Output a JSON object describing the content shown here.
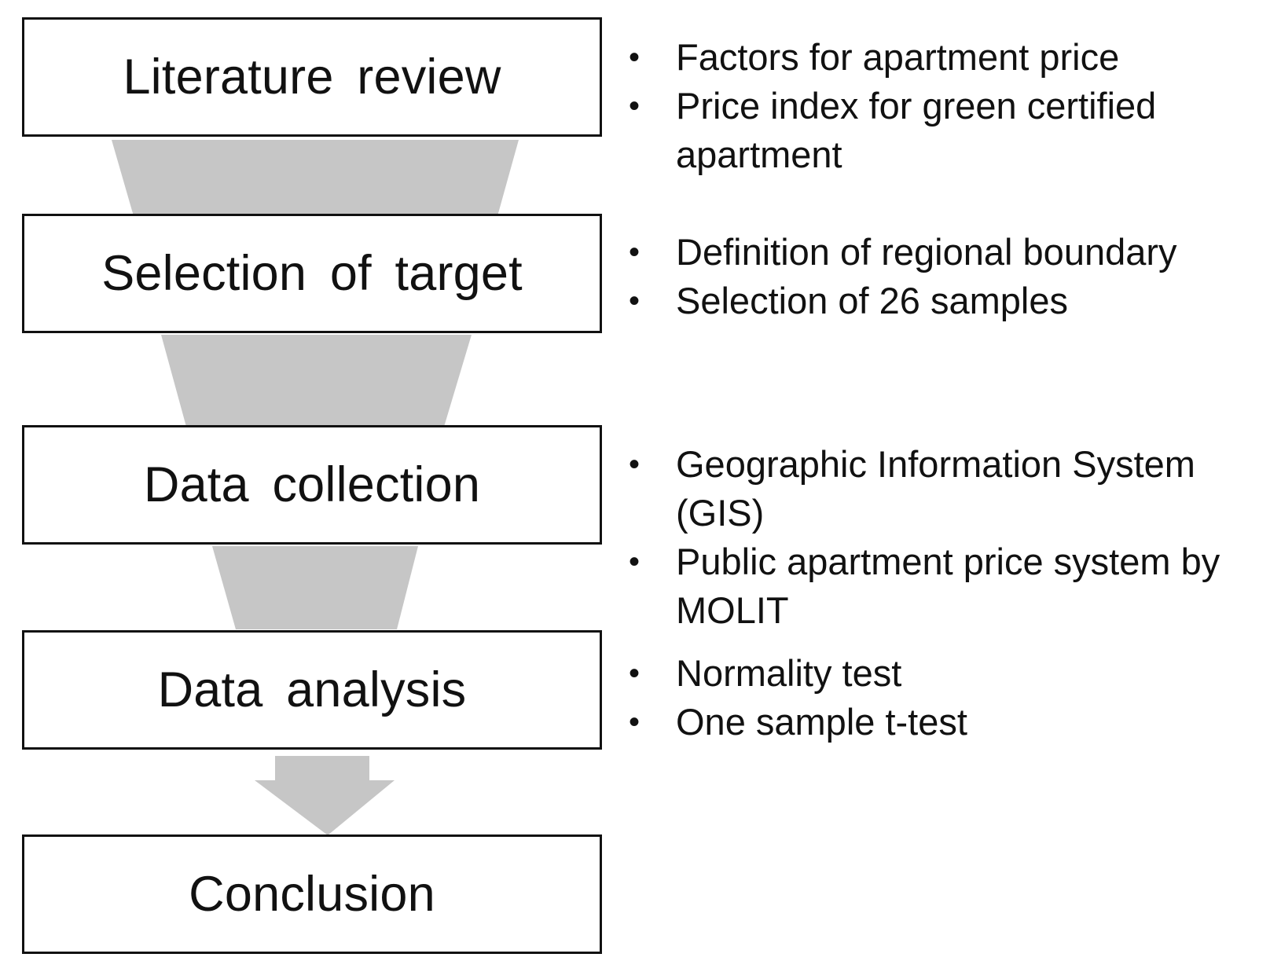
{
  "colors": {
    "box_border": "#111111",
    "funnel_fill": "#c6c6c6",
    "text": "#111111"
  },
  "steps": [
    {
      "label": "Literature review",
      "notes": [
        "Factors for apartment price",
        "Price index for green certified apartment"
      ]
    },
    {
      "label": "Selection of target",
      "notes": [
        "Definition of regional boundary",
        "Selection of 26 samples"
      ]
    },
    {
      "label": "Data collection",
      "notes": [
        "Geographic Information System (GIS)",
        "Public apartment price system by MOLIT"
      ]
    },
    {
      "label": "Data analysis",
      "notes": [
        "Normality test",
        "One sample t-test"
      ]
    },
    {
      "label": "Conclusion",
      "notes": []
    }
  ]
}
